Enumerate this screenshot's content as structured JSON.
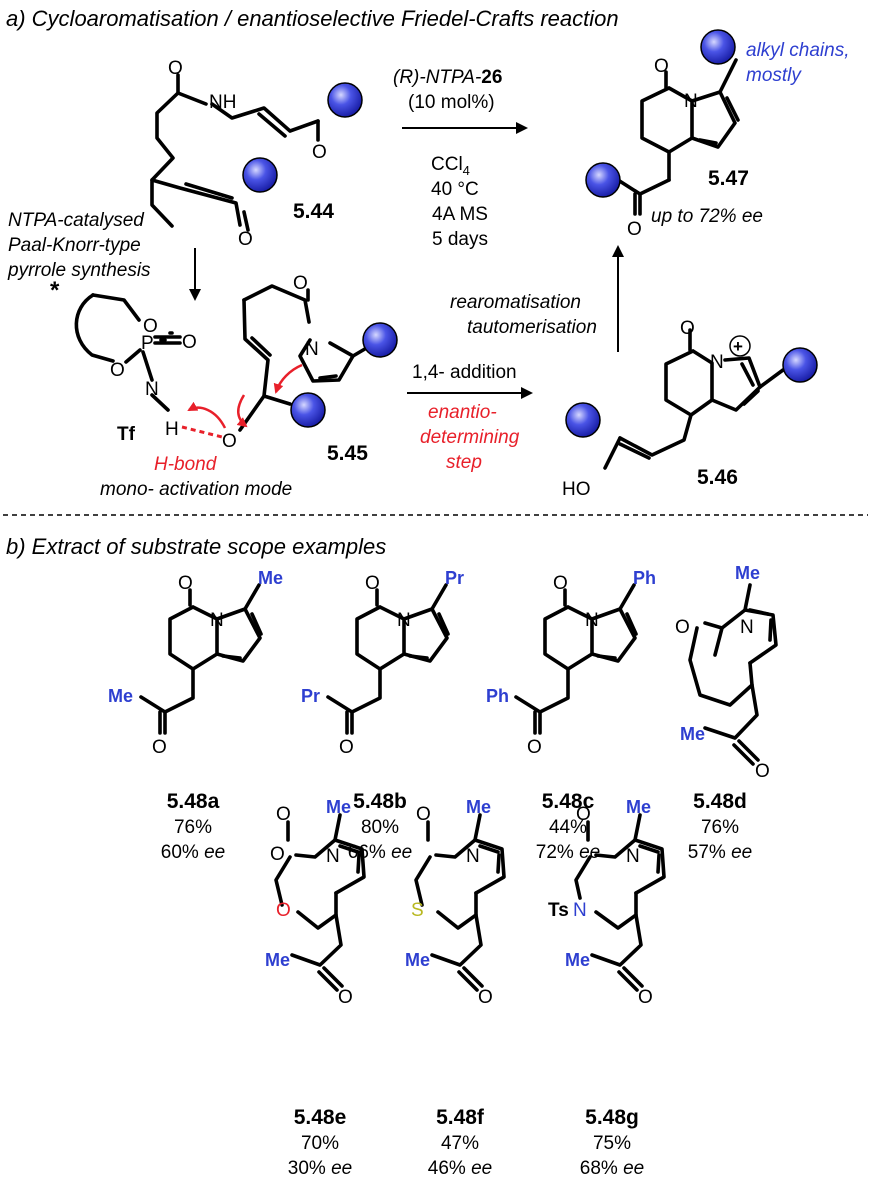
{
  "section_a": {
    "title": "a) Cycloaromatisation / enantioselective Friedel-Crafts reaction",
    "compound_544": "5.44",
    "compound_545": "5.45",
    "compound_546": "5.46",
    "compound_547": "5.47",
    "reagent_catalyst_prefix": "(R)-NTPA-",
    "reagent_catalyst_number": "26",
    "reagent_loading": "(10 mol%)",
    "solvent_base": "CCl",
    "solvent_sub": "4",
    "temperature": "40 °C",
    "sieves": "4A MS",
    "time": "5 days",
    "alkyl_note_line1": "alkyl chains,",
    "alkyl_note_line2": "mostly",
    "product_ee": "up to 72% ee",
    "side_note_line1": "NTPA-catalysed",
    "side_note_line2": "Paal-Knorr-type",
    "side_note_line3": "pyrrole synthesis",
    "rearom_line1": "rearomatisation",
    "rearom_line2": "tautomerisation",
    "addition_label": "1,4- addition",
    "enantio_line1": "enantio-",
    "enantio_line2": "determining",
    "enantio_line3": "step",
    "hbond_label": "H-bond",
    "activation_label": "mono- activation mode",
    "atoms": {
      "O": "O",
      "NH": "NH",
      "N": "N",
      "P": "P",
      "H": "H",
      "Tf": "Tf",
      "HO": "HO",
      "star": "*",
      "plus": "+"
    }
  },
  "section_b": {
    "title": "b) Extract of substrate scope examples",
    "examples": [
      {
        "id": "5.48a",
        "yield": "76%",
        "ee_value": "60%",
        "ee_label": "ee",
        "r1": "Me",
        "r2": "Me"
      },
      {
        "id": "5.48b",
        "yield": "80%",
        "ee_value": "66%",
        "ee_label": "ee",
        "r1": "Pr",
        "r2": "Pr"
      },
      {
        "id": "5.48c",
        "yield": "44%",
        "ee_value": "72%",
        "ee_label": "ee",
        "r1": "Ph",
        "r2": "Ph"
      },
      {
        "id": "5.48d",
        "yield": "76%",
        "ee_value": "57%",
        "ee_label": "ee",
        "r1": "Me",
        "r2": "Me"
      },
      {
        "id": "5.48e",
        "yield": "70%",
        "ee_value": "30%",
        "ee_label": "ee",
        "r1": "Me",
        "r2": "Me",
        "hetero": "O"
      },
      {
        "id": "5.48f",
        "yield": "47%",
        "ee_value": "46%",
        "ee_label": "ee",
        "r1": "Me",
        "r2": "Me",
        "hetero": "S"
      },
      {
        "id": "5.48g",
        "yield": "75%",
        "ee_value": "68%",
        "ee_label": "ee",
        "r1": "Me",
        "r2": "Me",
        "hetero": "N",
        "hetero_prefix": "Ts"
      }
    ]
  },
  "colors": {
    "substituent_blue": "#2e3fd0",
    "red": "#e8202a",
    "sulfur": "#b8b820",
    "ball_highlight": "#c9ccff",
    "ball_shadow": "#1a1fb0"
  }
}
